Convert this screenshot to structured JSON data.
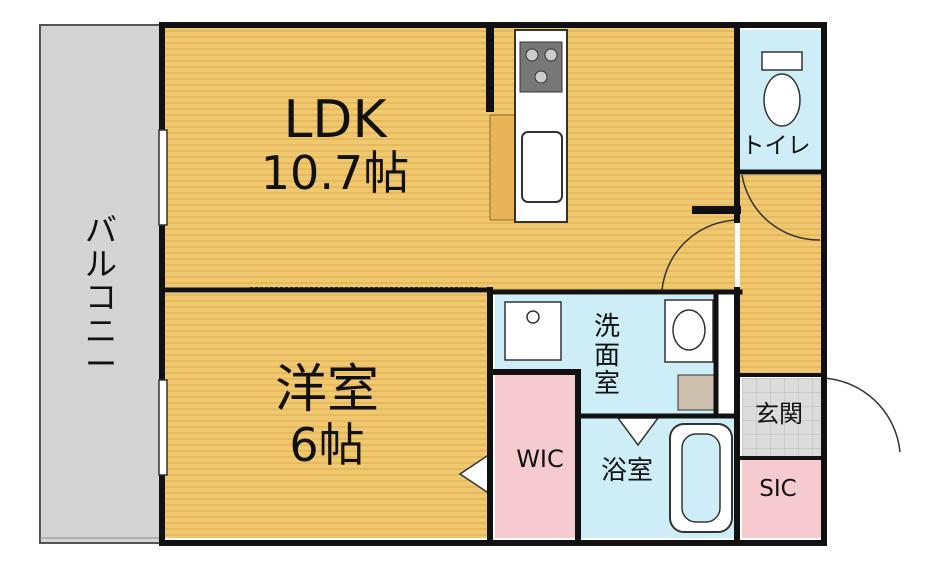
{
  "rooms": {
    "ldk": {
      "name": "LDK",
      "size": "10.7帖"
    },
    "western": {
      "name": "洋室",
      "size": "6帖"
    },
    "wic": "WIC",
    "washroom": "洗面室",
    "bathroom": "浴室",
    "toilet": "トイレ",
    "entrance": "玄関",
    "sic": "SIC",
    "balcony": "バルコニー"
  },
  "colors": {
    "wood_floor": "#f0c870",
    "wood_stripe": "#e6b95c",
    "balcony": "#d4d4d4",
    "wet_area": "#cdeef6",
    "closet": "#f6cbd0",
    "entrance_floor": "#dcdcdc",
    "wall": "#111111"
  }
}
